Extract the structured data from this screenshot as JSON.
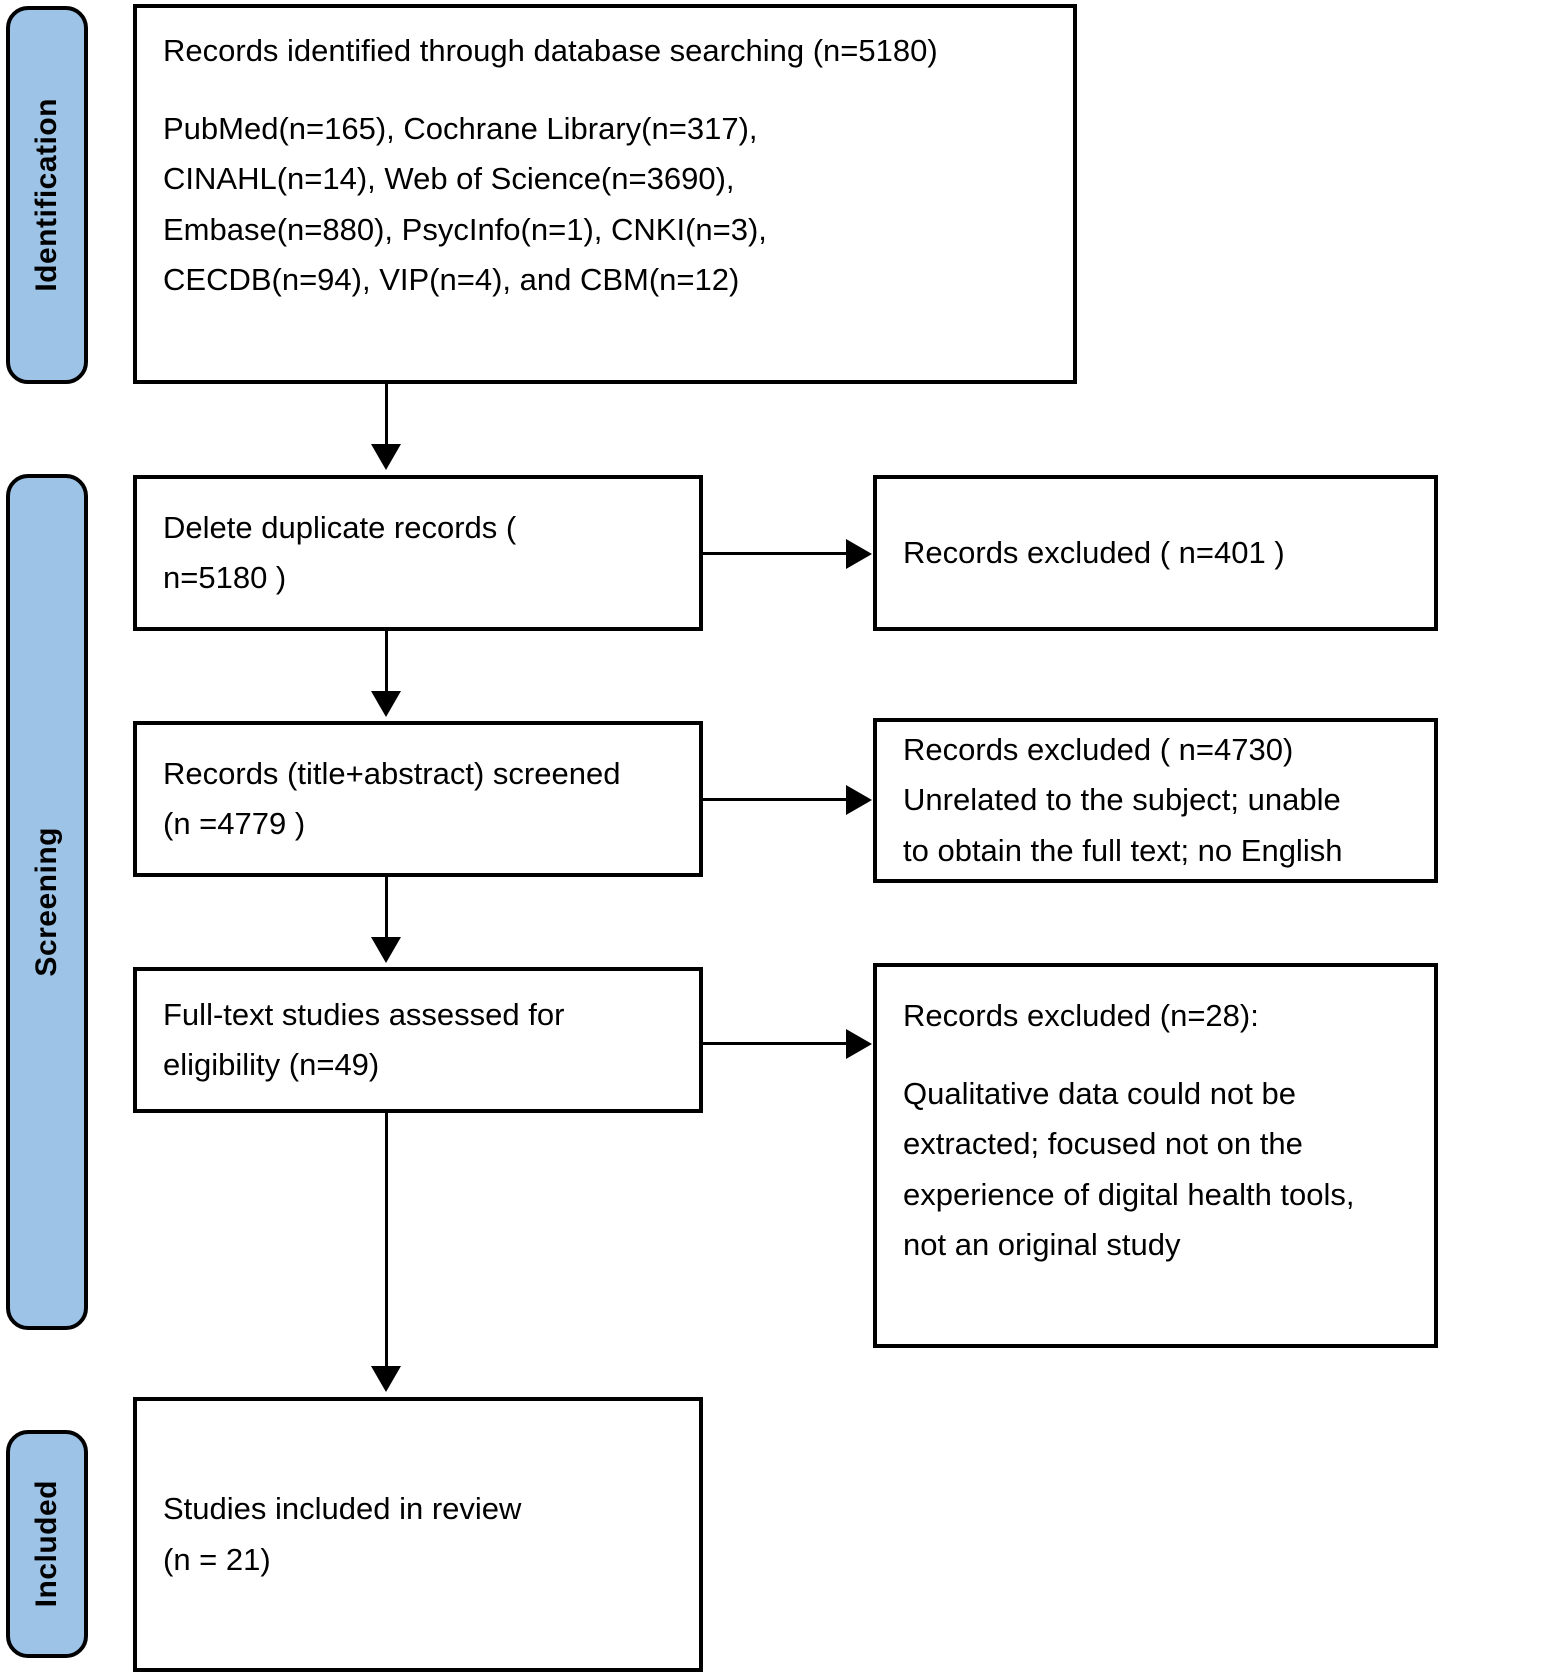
{
  "diagram": {
    "type": "PRISMA flow diagram",
    "stages": [
      {
        "id": "identification",
        "label": "Identification"
      },
      {
        "id": "screening",
        "label": "Screening"
      },
      {
        "id": "included",
        "label": "Included"
      }
    ],
    "boxes": {
      "identification": {
        "lines": [
          "Records identified through database searching (n=5180)",
          "",
          "PubMed(n=165), Cochrane Library(n=317),",
          "CINAHL(n=14), Web of Science(n=3690),",
          "Embase(n=880), PsycInfo(n=1), CNKI(n=3),",
          "CECDB(n=94), VIP(n=4), and CBM(n=12)"
        ]
      },
      "duplicates": {
        "lines": [
          "Delete duplicate records (",
          "n=5180 )"
        ]
      },
      "excluded_duplicates": {
        "lines": [
          "Records excluded ( n=401 )"
        ]
      },
      "screened": {
        "lines": [
          "Records (title+abstract) screened",
          "(n =4779 )"
        ]
      },
      "excluded_screened": {
        "lines": [
          "Records excluded ( n=4730)",
          "Unrelated to the subject; unable",
          "to obtain the full text; no English"
        ]
      },
      "fulltext": {
        "lines": [
          "Full-text studies assessed for",
          "eligibility (n=49)"
        ]
      },
      "excluded_fulltext": {
        "lines": [
          "Records excluded (n=28):",
          "",
          "Qualitative data could not be",
          "extracted; focused not on the",
          "experience of digital health tools,",
          "not an original study"
        ]
      },
      "included": {
        "lines": [
          "Studies included in review",
          "(n = 21)"
        ]
      }
    },
    "counts": {
      "identified_total": 5180,
      "pubmed": 165,
      "cochrane_library": 317,
      "cinahl": 14,
      "web_of_science": 3690,
      "embase": 880,
      "psycinfo": 1,
      "cnki": 3,
      "cecdb": 94,
      "vip": 4,
      "cbm": 12,
      "duplicates_input": 5180,
      "duplicates_excluded": 401,
      "screened": 4779,
      "screened_excluded": 4730,
      "fulltext_assessed": 49,
      "fulltext_excluded": 28,
      "included": 21
    },
    "colors": {
      "stage_fill": "#9DC3E6",
      "stroke": "#000000",
      "box_fill": "#FFFFFF"
    }
  }
}
